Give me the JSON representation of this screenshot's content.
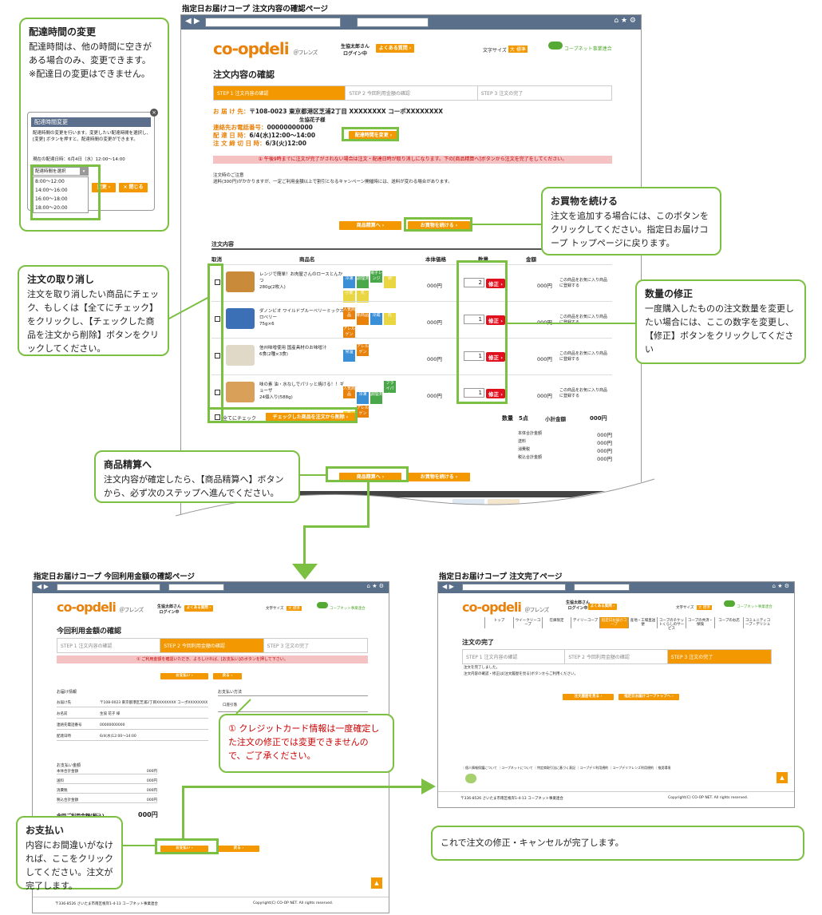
{
  "top": {
    "caption": "指定日お届けコープ 注文内容の確認ページ",
    "logo": "co-opdeli",
    "logo_sub": "＠フレンズ",
    "user": "生協太郎さん\nログイン中",
    "faq": "よくある質問 ›",
    "fontsize": "文字サイズ",
    "fontsize_val": "大 標準",
    "coopnet": "コープネット事業連合",
    "page_title": "注文内容の確認",
    "steps": [
      "STEP 1 注文内容の確認",
      "STEP 2 今回利用金額の確認",
      "STEP 3 注文の完了"
    ],
    "delivery": {
      "label1": "お 届 け 先：",
      "addr": "〒108-0023 東京都港区芝浦2丁目 XXXXXXXX コーポXXXXXXXX",
      "name": "生協花子様",
      "label2": "連絡先お電話番号：",
      "phone": "00000000000",
      "label3": "配 達 日 時：",
      "date": "6/4(水)12:00〜14:00",
      "label4": "注 文 締 切 日 時：",
      "deadline": "6/3(火)12:00",
      "change_btn": "配達時間を変更 ›"
    },
    "warn": "① 午後9時までに注文が完了がされない場合は注文・配達日時が取り消しになります。下の[商品精算へ]ボタンから注文を完了をしてください。",
    "notice_title": "注文時のご注意",
    "notice": "送料(300円)がかかりますが、一定ご利用金額以上で割引となるキャンペーン開催時には、送料が変わる場合があります。",
    "btn_checkout": "商品精算へ ›",
    "btn_continue": "お買物を続ける ›",
    "order_title": "注文内容",
    "cols": [
      "取消",
      "商品名",
      "本体価格",
      "数量",
      "金額"
    ],
    "items": [
      {
        "name": "レンジで簡単！お肉屋さんのロースとんかつ\n280g(2枚入)",
        "price": "000円",
        "qty": "2",
        "amount": "000円",
        "note": "この商品をお気に入り商品に登録する",
        "tags": [
          "冷凍",
          "調理済",
          "電子レンジ",
          "卵",
          "小麦",
          "乳"
        ]
      },
      {
        "name": "ダノンビオ ワイルドブルーベリーミックス ロベリー\n75g×6",
        "price": "000円",
        "qty": "1",
        "amount": "000円",
        "note": "この商品をお気に入り商品に登録する",
        "tags": [
          "人気商品",
          "新商品",
          "冷蔵",
          "乳",
          "アレルゲン"
        ]
      },
      {
        "name": "信州味噌使用 国産具材のお味噌汁\n6食(2種×3食)",
        "price": "000円",
        "qty": "1",
        "amount": "000円",
        "note": "この商品をお気に入り商品に登録する",
        "tags": [
          "常温",
          "アレルゲン"
        ]
      },
      {
        "name": "味の素 油・水なしでパリッと焼ける！！ギョーザ\n24個入り(588g)",
        "price": "000円",
        "qty": "1",
        "amount": "000円",
        "note": "この商品をお気に入り商品に登録する",
        "tags": [
          "人気商品",
          "冷凍",
          "調理済",
          "フライパン",
          "乳",
          "アレルゲン"
        ]
      }
    ],
    "fix_btn": "修正 ›",
    "check_all": "全てにチェック",
    "delete_btn": "チェックした商品を注文から削除 ›",
    "summary": {
      "qty_label": "数量",
      "qty": "5点",
      "subtotal_label": "小計金額",
      "subtotal": "000円",
      "rows": [
        [
          "本体合計金額",
          "000円"
        ],
        [
          "送料",
          "000円"
        ],
        [
          "消費税",
          "000円"
        ],
        [
          "税込合計金額",
          "000円"
        ]
      ]
    }
  },
  "popup": {
    "title": "配達時間変更",
    "text": "配達時間の変更を行います。変更したい配達時間を選択し、[変更] ボタンを押すと、配達時間の変更ができます。",
    "current": "現在の配達日時：6月4日（水）12:00〜14:00",
    "select": "配達時間を選択",
    "options": [
      "8:00〜12:00",
      "14:00〜16:00",
      "16:00〜18:00",
      "18:00〜20:00"
    ],
    "change": "変更 ›",
    "close": "× 閉じる"
  },
  "callouts": {
    "time": {
      "title": "配達時間の変更",
      "body": "配達時間は、他の時間に空きがある場合のみ、変更できます。\n※配達日の変更はできません。"
    },
    "continue": {
      "title": "お買物を続ける",
      "body": "注文を追加する場合には、このボタンをクリックしてください。指定日お届けコープ トップページに戻ります。"
    },
    "cancel": {
      "title": "注文の取り消し",
      "body": "注文を取り消したい商品にチェック、もしくは【全てにチェック】をクリックし、【チェックした商品を注文から削除】ボタンをクリックしてください。"
    },
    "qty": {
      "title": "数量の修正",
      "body": "一度購入したものの注文数量を変更したい場合には、ここの数字を変更し、【修正】ボタンをクリックしてください"
    },
    "checkout": {
      "title": "商品精算へ",
      "body": "注文内容が確定したら、【商品精算へ】ボタンから、必ず次のステップへ進んでください。"
    },
    "card": {
      "body": "① クレジットカード情報は一度確定した注文の修正では変更できませんので、ご了承ください。"
    },
    "pay": {
      "title": "お支払い",
      "body": "内容にお間違いがなければ、ここをクリックしてください。注文が完了します。"
    },
    "done": {
      "body": "これで注文の修正・キャンセルが完了します。"
    }
  },
  "bl": {
    "caption": "指定日お届けコープ 今回利用金額の確認ページ",
    "title": "今回利用金額の確認",
    "pink": "① ご利用金額を確認いただき、よろしければ、[お支払い]のボタンを押して下さい。",
    "pay_btn": "お支払い ›",
    "back_btn": "戻る ›",
    "info_title": "お届け情報",
    "method_title": "お支払い方法",
    "method": "口座引落",
    "rows": [
      [
        "お届け先",
        "〒108-0023 東京都港区芝浦2丁目XXXXXXXX コーポXXXXXXXX"
      ],
      [
        "お名前",
        "生協 花子 様"
      ],
      [
        "連絡先電話番号",
        "00000000000"
      ],
      [
        "配達日時",
        "6/4(水)12:00〜14:00"
      ]
    ],
    "amount_title": "お支払い金額",
    "amounts": [
      [
        "本体合計金額",
        "000円"
      ],
      [
        "送料",
        "000円"
      ],
      [
        "消費税",
        "000円"
      ],
      [
        "税込合計金額",
        "000円"
      ]
    ],
    "total_label": "今回ご利用金額(税込)",
    "total": "000円",
    "footer": "〒336-8526 さいたま市南区根岸1-4-13 コープネット事業連合",
    "copy": "Copyright(C) CO-OP NET. All rights reserved."
  },
  "br": {
    "caption": "指定日お届けコープ 注文完了ページ",
    "title": "注文の完了",
    "menu": [
      "トップ",
      "ウイークリーコープ",
      "在庫限定",
      "デイリーコープ",
      "指定日お届けコープ",
      "産地・工場直送便",
      "コープのチケットくらしのサービス",
      "コープの共済・保険",
      "コープのお店",
      "コミュニティコープ・デリシュ"
    ],
    "text1": "注文を完了しました。",
    "text2": "注文内容の確認・修正は[注文履歴を見る]ボタンからご利用ください。",
    "btn1": "注文履歴を見る ›",
    "btn2": "指定日お届けコープトップへ ›",
    "footer": "〒336-8526 さいたま市南区根岸1-4-13 コープネット事業連合",
    "copy": "Copyright(C) CO-OP NET. All rights reserved.",
    "links": "｜個人情報保護について ｜コープネットについて ｜特定商取引法に基づく表記 ｜コープデリ利用規約 ｜コープデリフレンズ利用規約 ｜推奨環境"
  }
}
